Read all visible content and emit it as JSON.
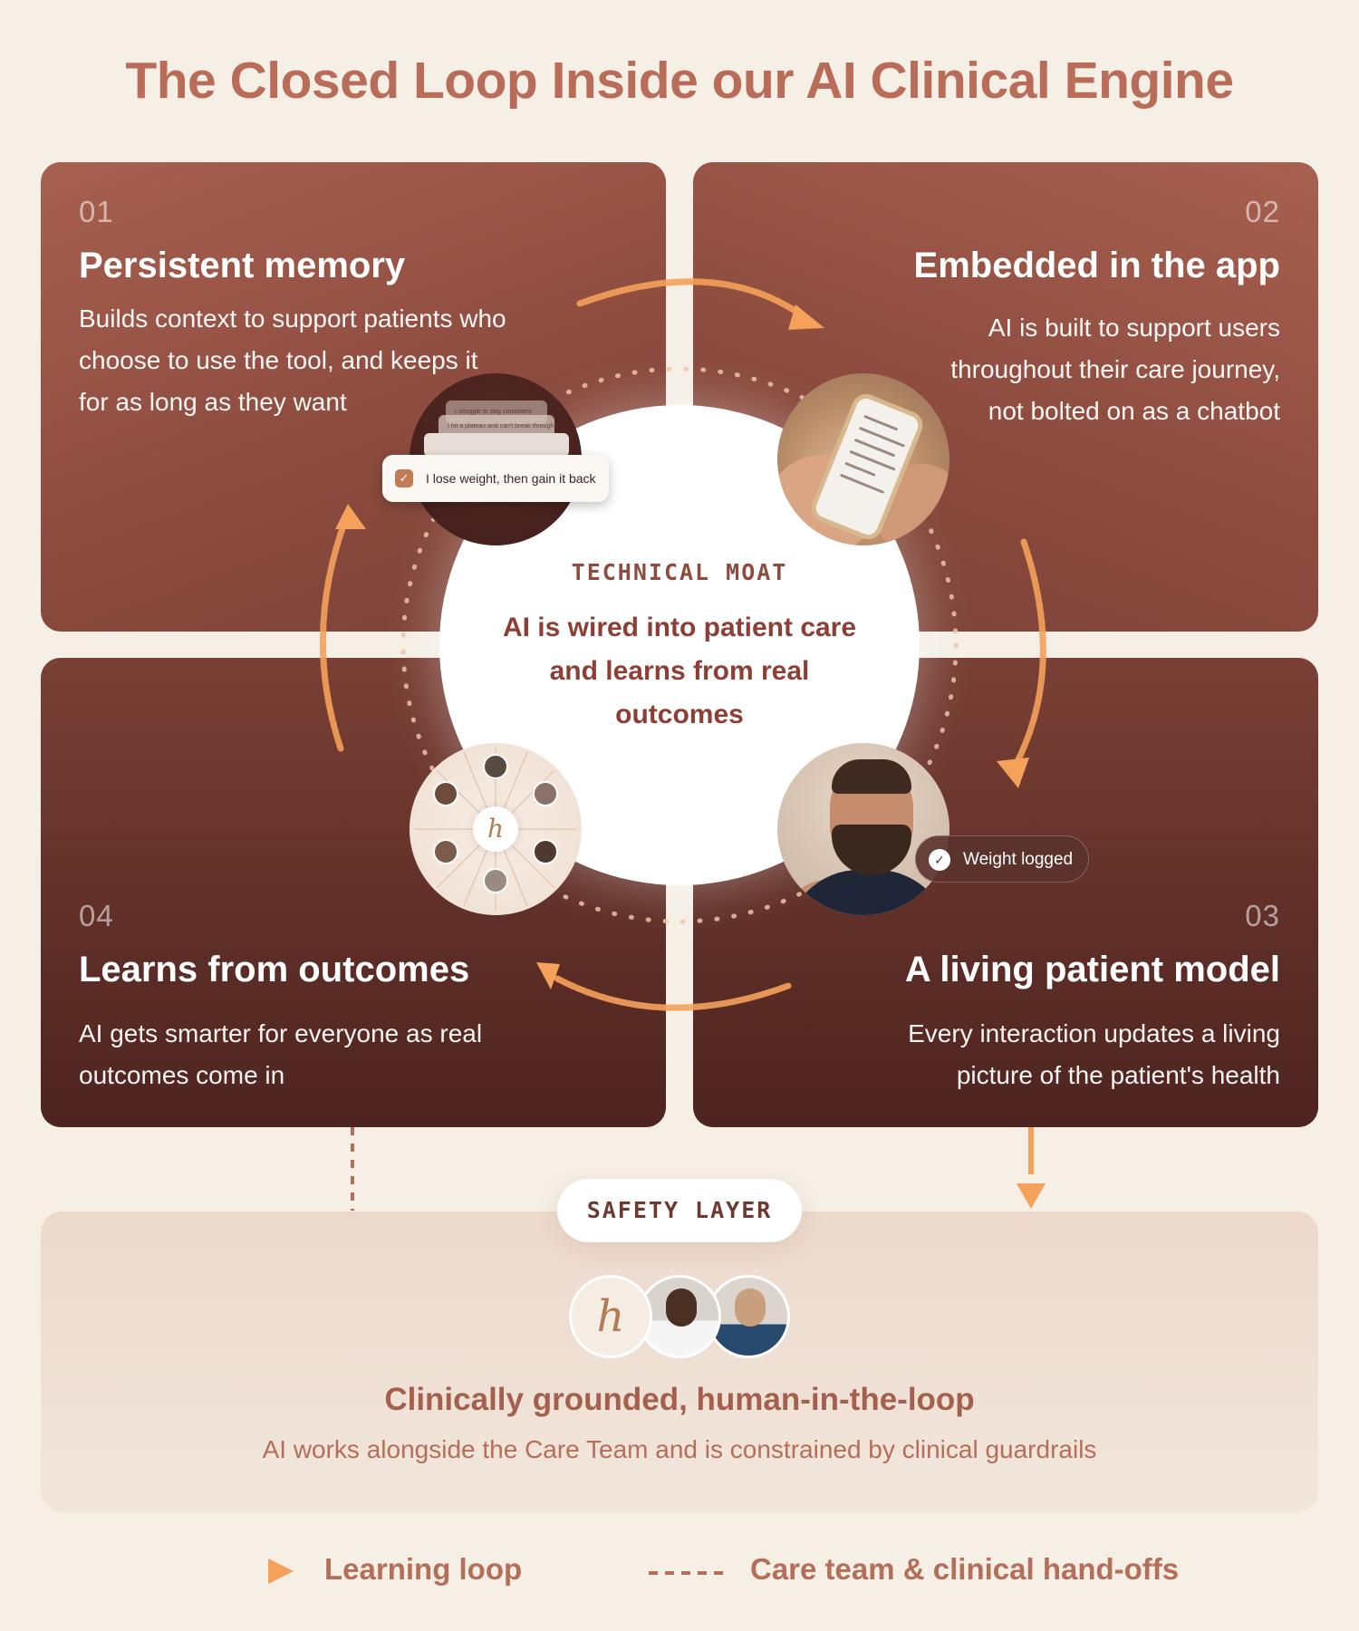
{
  "title": "The Closed Loop Inside our AI Clinical Engine",
  "cards": [
    {
      "num": "01",
      "title": "Persistent memory",
      "desc": "Builds context to support patients who choose to use the tool, and keeps it for as long as they want"
    },
    {
      "num": "02",
      "title": "Embedded in the app",
      "desc": "AI is built to support users throughout their care journey, not bolted on as a chatbot"
    },
    {
      "num": "03",
      "title": "A living patient model",
      "desc": "Every interaction updates a living picture of the patient's health"
    },
    {
      "num": "04",
      "title": "Learns from outcomes",
      "desc": "AI gets smarter for everyone as real outcomes come in"
    }
  ],
  "center": {
    "label": "TECHNICAL MOAT",
    "text": "AI is wired into patient care and learns from real outcomes"
  },
  "memory_bubble": {
    "line1": "I struggle to stay consistent",
    "line2": "I hit a plateau and can't break through",
    "pill": "I lose weight, then gain it back"
  },
  "patient_pill": "Weight logged",
  "network_logo": "h",
  "safety": {
    "label": "SAFETY LAYER",
    "logo": "h",
    "title": "Clinically grounded, human-in-the-loop",
    "desc": "AI works alongside the Care Team and is constrained by clinical guardrails"
  },
  "legend": {
    "loop": "Learning loop",
    "care": "Care team & clinical hand-offs"
  },
  "colors": {
    "accent_orange": "#f5a15a",
    "title": "#b96d58",
    "card_light": "#a8604f",
    "card_dark": "#5e2e27"
  },
  "icons": [
    "check-icon",
    "arrow-icon",
    "dashed-line-icon"
  ]
}
